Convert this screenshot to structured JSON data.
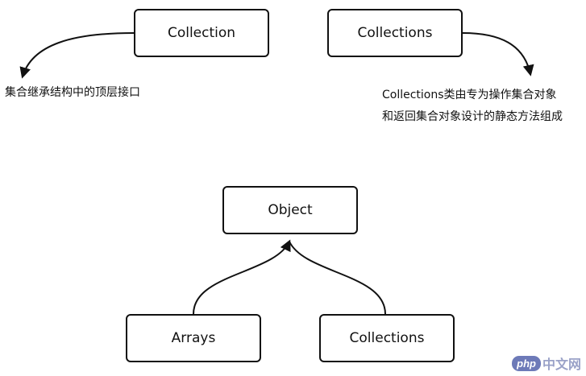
{
  "boxes": {
    "collection_top": "Collection",
    "collections_top": "Collections",
    "object": "Object",
    "arrays": "Arrays",
    "collections_bottom": "Collections"
  },
  "notes": {
    "collection_desc": "集合继承结构中的顶层接口",
    "collections_desc_line1": "Collections类由专为操作集合对象",
    "collections_desc_line2": "和返回集合对象设计的静态方法组成"
  },
  "watermark": {
    "badge": "php",
    "text": "中文网"
  }
}
